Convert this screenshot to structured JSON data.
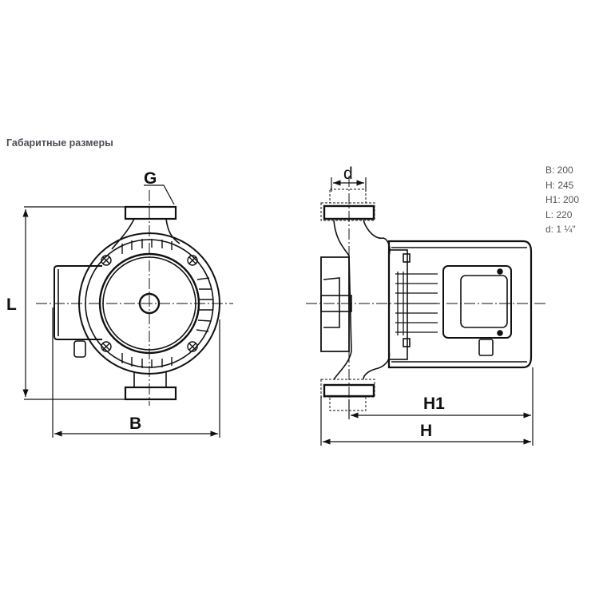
{
  "title": "Габаритные размеры",
  "specs": [
    "B: 200",
    "H: 245",
    "H1: 200",
    "L: 220",
    "d: 1 ¼\""
  ],
  "labels": {
    "G": "G",
    "L": "L",
    "B": "B",
    "d": "d",
    "H1": "H1",
    "H": "H"
  }
}
